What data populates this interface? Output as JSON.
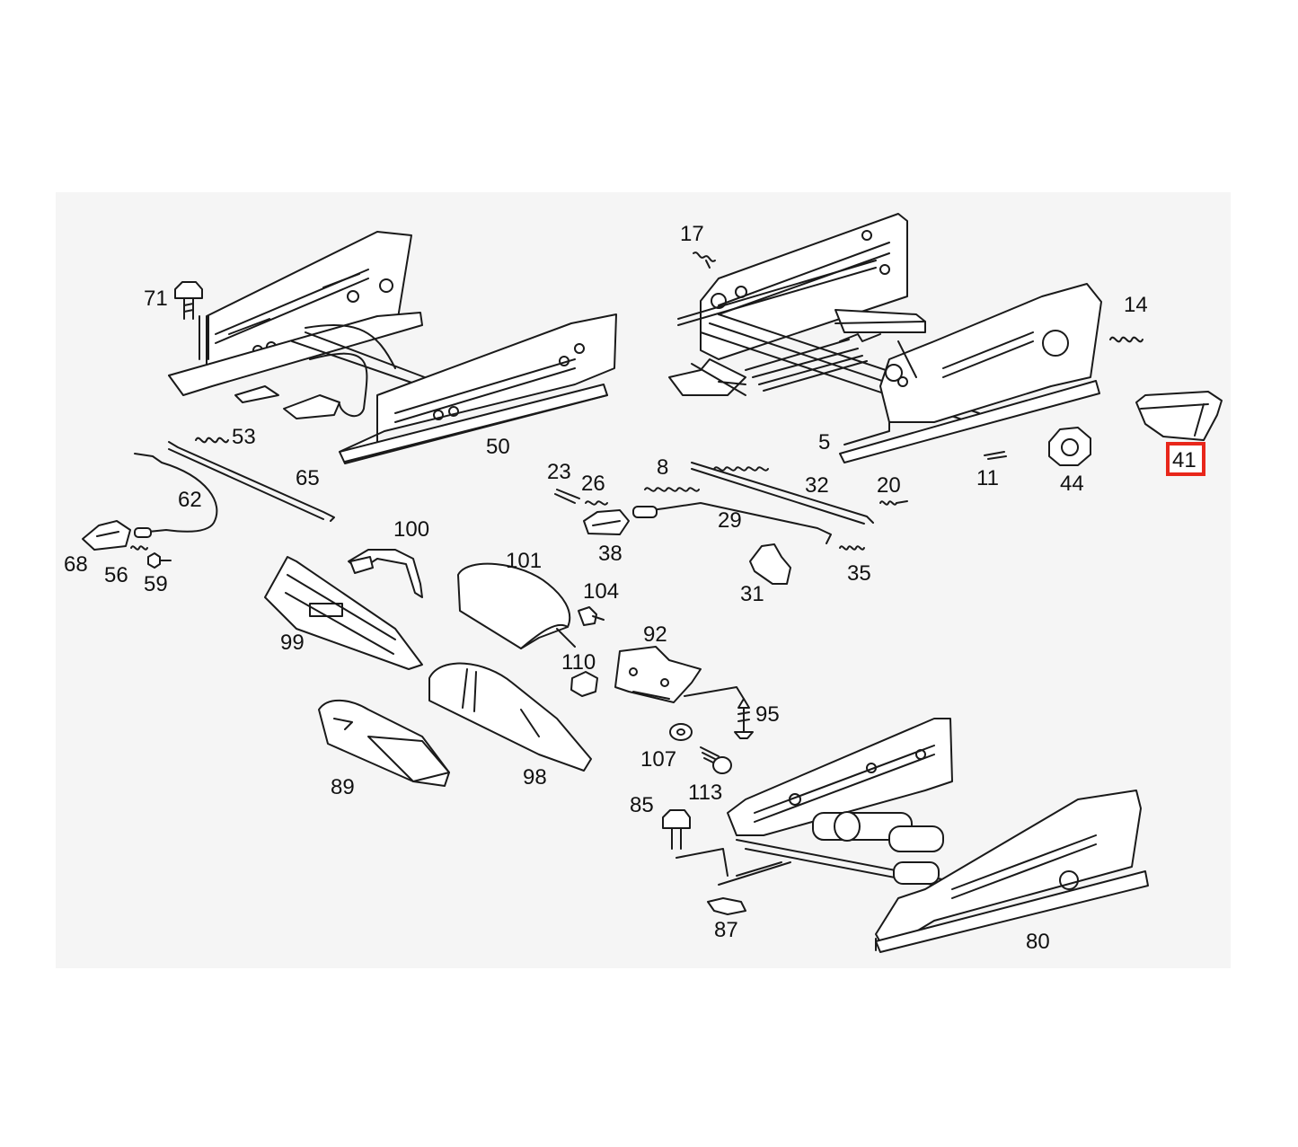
{
  "highlight_color": "#e8261a",
  "highlighted_part": "41",
  "parts": [
    {
      "id": "seat-frame-50",
      "label": "50"
    },
    {
      "id": "seat-frame-5",
      "label": "5"
    },
    {
      "id": "seat-frame-80",
      "label": "80"
    },
    {
      "id": "bolt-71",
      "label": "71"
    },
    {
      "id": "spring-53",
      "label": "53"
    },
    {
      "id": "rod-65",
      "label": "65"
    },
    {
      "id": "cable-62",
      "label": "62"
    },
    {
      "id": "handle-68",
      "label": "68"
    },
    {
      "id": "clip-56",
      "label": "56"
    },
    {
      "id": "bolt-59",
      "label": "59"
    },
    {
      "id": "spring-17",
      "label": "17"
    },
    {
      "id": "spring-14",
      "label": "14"
    },
    {
      "id": "cover-41",
      "label": "41"
    },
    {
      "id": "pin-11",
      "label": "11"
    },
    {
      "id": "knob-44",
      "label": "44"
    },
    {
      "id": "bolt-23",
      "label": "23"
    },
    {
      "id": "spring-26",
      "label": "26"
    },
    {
      "id": "spring-8",
      "label": "8"
    },
    {
      "id": "rod-32",
      "label": "32"
    },
    {
      "id": "spring-20",
      "label": "20"
    },
    {
      "id": "cable-29",
      "label": "29"
    },
    {
      "id": "handle-38",
      "label": "38"
    },
    {
      "id": "spring-35",
      "label": "35"
    },
    {
      "id": "clip-31",
      "label": "31"
    },
    {
      "id": "bracket-100",
      "label": "100"
    },
    {
      "id": "cover-101",
      "label": "101"
    },
    {
      "id": "screw-104",
      "label": "104"
    },
    {
      "id": "trim-99",
      "label": "99"
    },
    {
      "id": "bracket-92",
      "label": "92"
    },
    {
      "id": "nut-110",
      "label": "110"
    },
    {
      "id": "screw-95",
      "label": "95"
    },
    {
      "id": "washer-107",
      "label": "107"
    },
    {
      "id": "screw-113",
      "label": "113"
    },
    {
      "id": "cover-89",
      "label": "89"
    },
    {
      "id": "cover-98",
      "label": "98"
    },
    {
      "id": "bolt-85",
      "label": "85"
    },
    {
      "id": "clip-87",
      "label": "87"
    }
  ]
}
